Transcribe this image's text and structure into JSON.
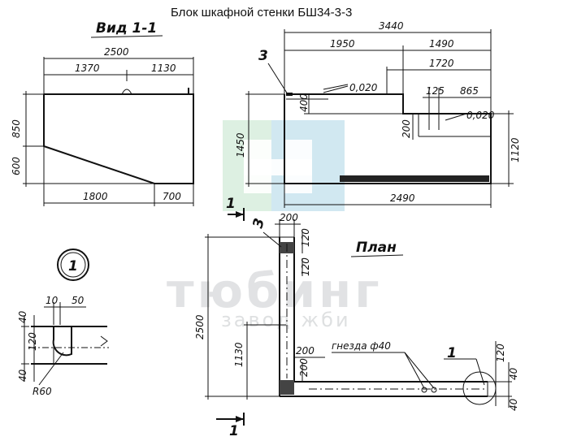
{
  "title": "Блок шкафной стенки БШ34-3-3",
  "watermark": {
    "main": "тюбинг",
    "sub": "завод жби"
  },
  "view_label": "Вид 1-1",
  "plan_label": "План",
  "section_mark": "1",
  "detail_mark": "1",
  "nests_label": "гнезда ф40",
  "callouts": {
    "item3_front": "3",
    "item3_plan": "3",
    "item1": "1"
  },
  "view11_dims": {
    "overall_width": "2500",
    "top_left": "1370",
    "top_right": "1130",
    "height_upper": "850",
    "height_lower": "600",
    "bottom_left": "1800",
    "bottom_right": "700"
  },
  "front_dims": {
    "overall_length": "3440",
    "upper_left": "1950",
    "upper_right": "1490",
    "step_length": "1720",
    "gap": "125",
    "right_part": "865",
    "slope1": "0,020",
    "slope2": "0,020",
    "top_step": "400",
    "height": "1450",
    "mid_step": "200",
    "right_height": "1120",
    "bottom_length": "2490"
  },
  "plan_dims": {
    "top_width": "200",
    "top_offset": "120",
    "second_offset": "120",
    "length": "2500",
    "lower_part": "1130",
    "bottom_width1": "200",
    "bottom_width2": "200",
    "right_offset": "120",
    "right_small": "40",
    "right_bottom": "40"
  },
  "detail_dims": {
    "d1": "10",
    "d2": "50",
    "h1": "40",
    "h2": "120",
    "h3": "40",
    "radius": "R60"
  }
}
